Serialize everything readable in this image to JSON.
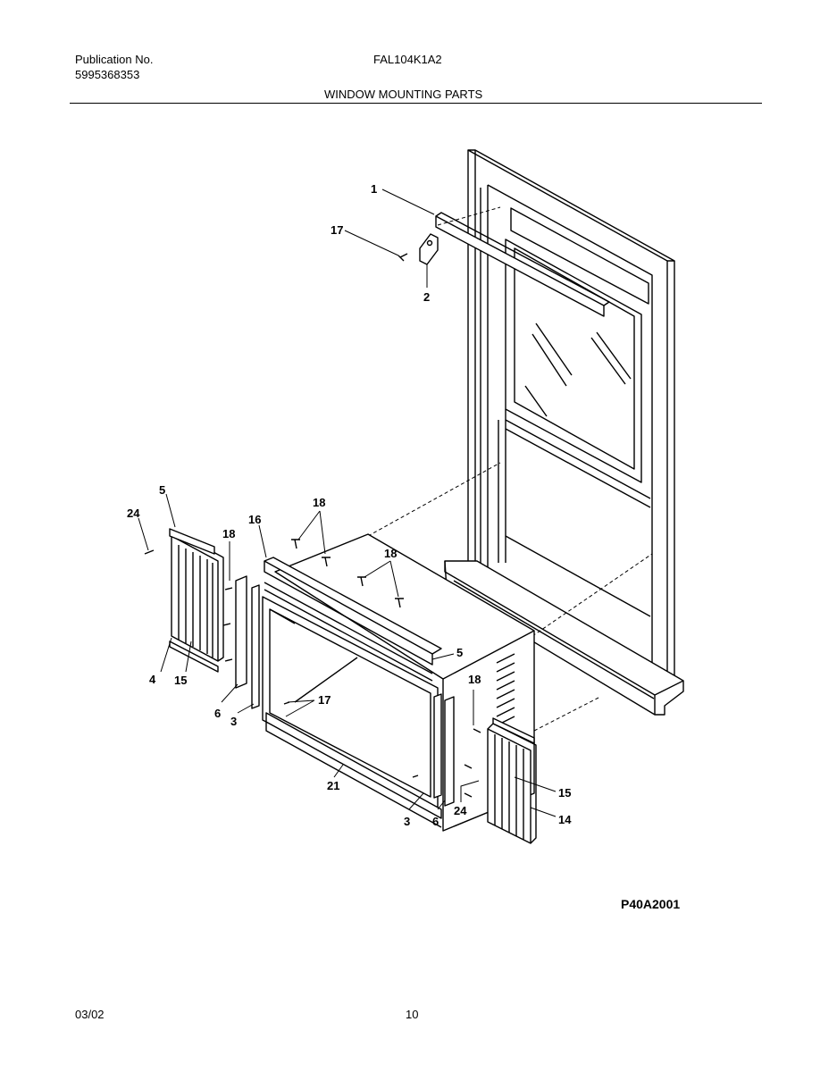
{
  "header": {
    "publication_label": "Publication No.",
    "publication_number": "5995368353",
    "model": "FAL104K1A2",
    "section_title": "WINDOW MOUNTING PARTS"
  },
  "diagram": {
    "callouts": {
      "c1": "1",
      "c17a": "17",
      "c2": "2",
      "c5a": "5",
      "c24a": "24",
      "c18a": "18",
      "c16": "16",
      "c18b": "18",
      "c18c": "18",
      "c4": "4",
      "c15a": "15",
      "c6a": "6",
      "c3a": "3",
      "c17b": "17",
      "c5b": "5",
      "c18d": "18",
      "c21": "21",
      "c3b": "3",
      "c6b": "6",
      "c24b": "24",
      "c15b": "15",
      "c14": "14"
    },
    "figure_code": "P40A2001"
  },
  "footer": {
    "date": "03/02",
    "page": "10"
  }
}
